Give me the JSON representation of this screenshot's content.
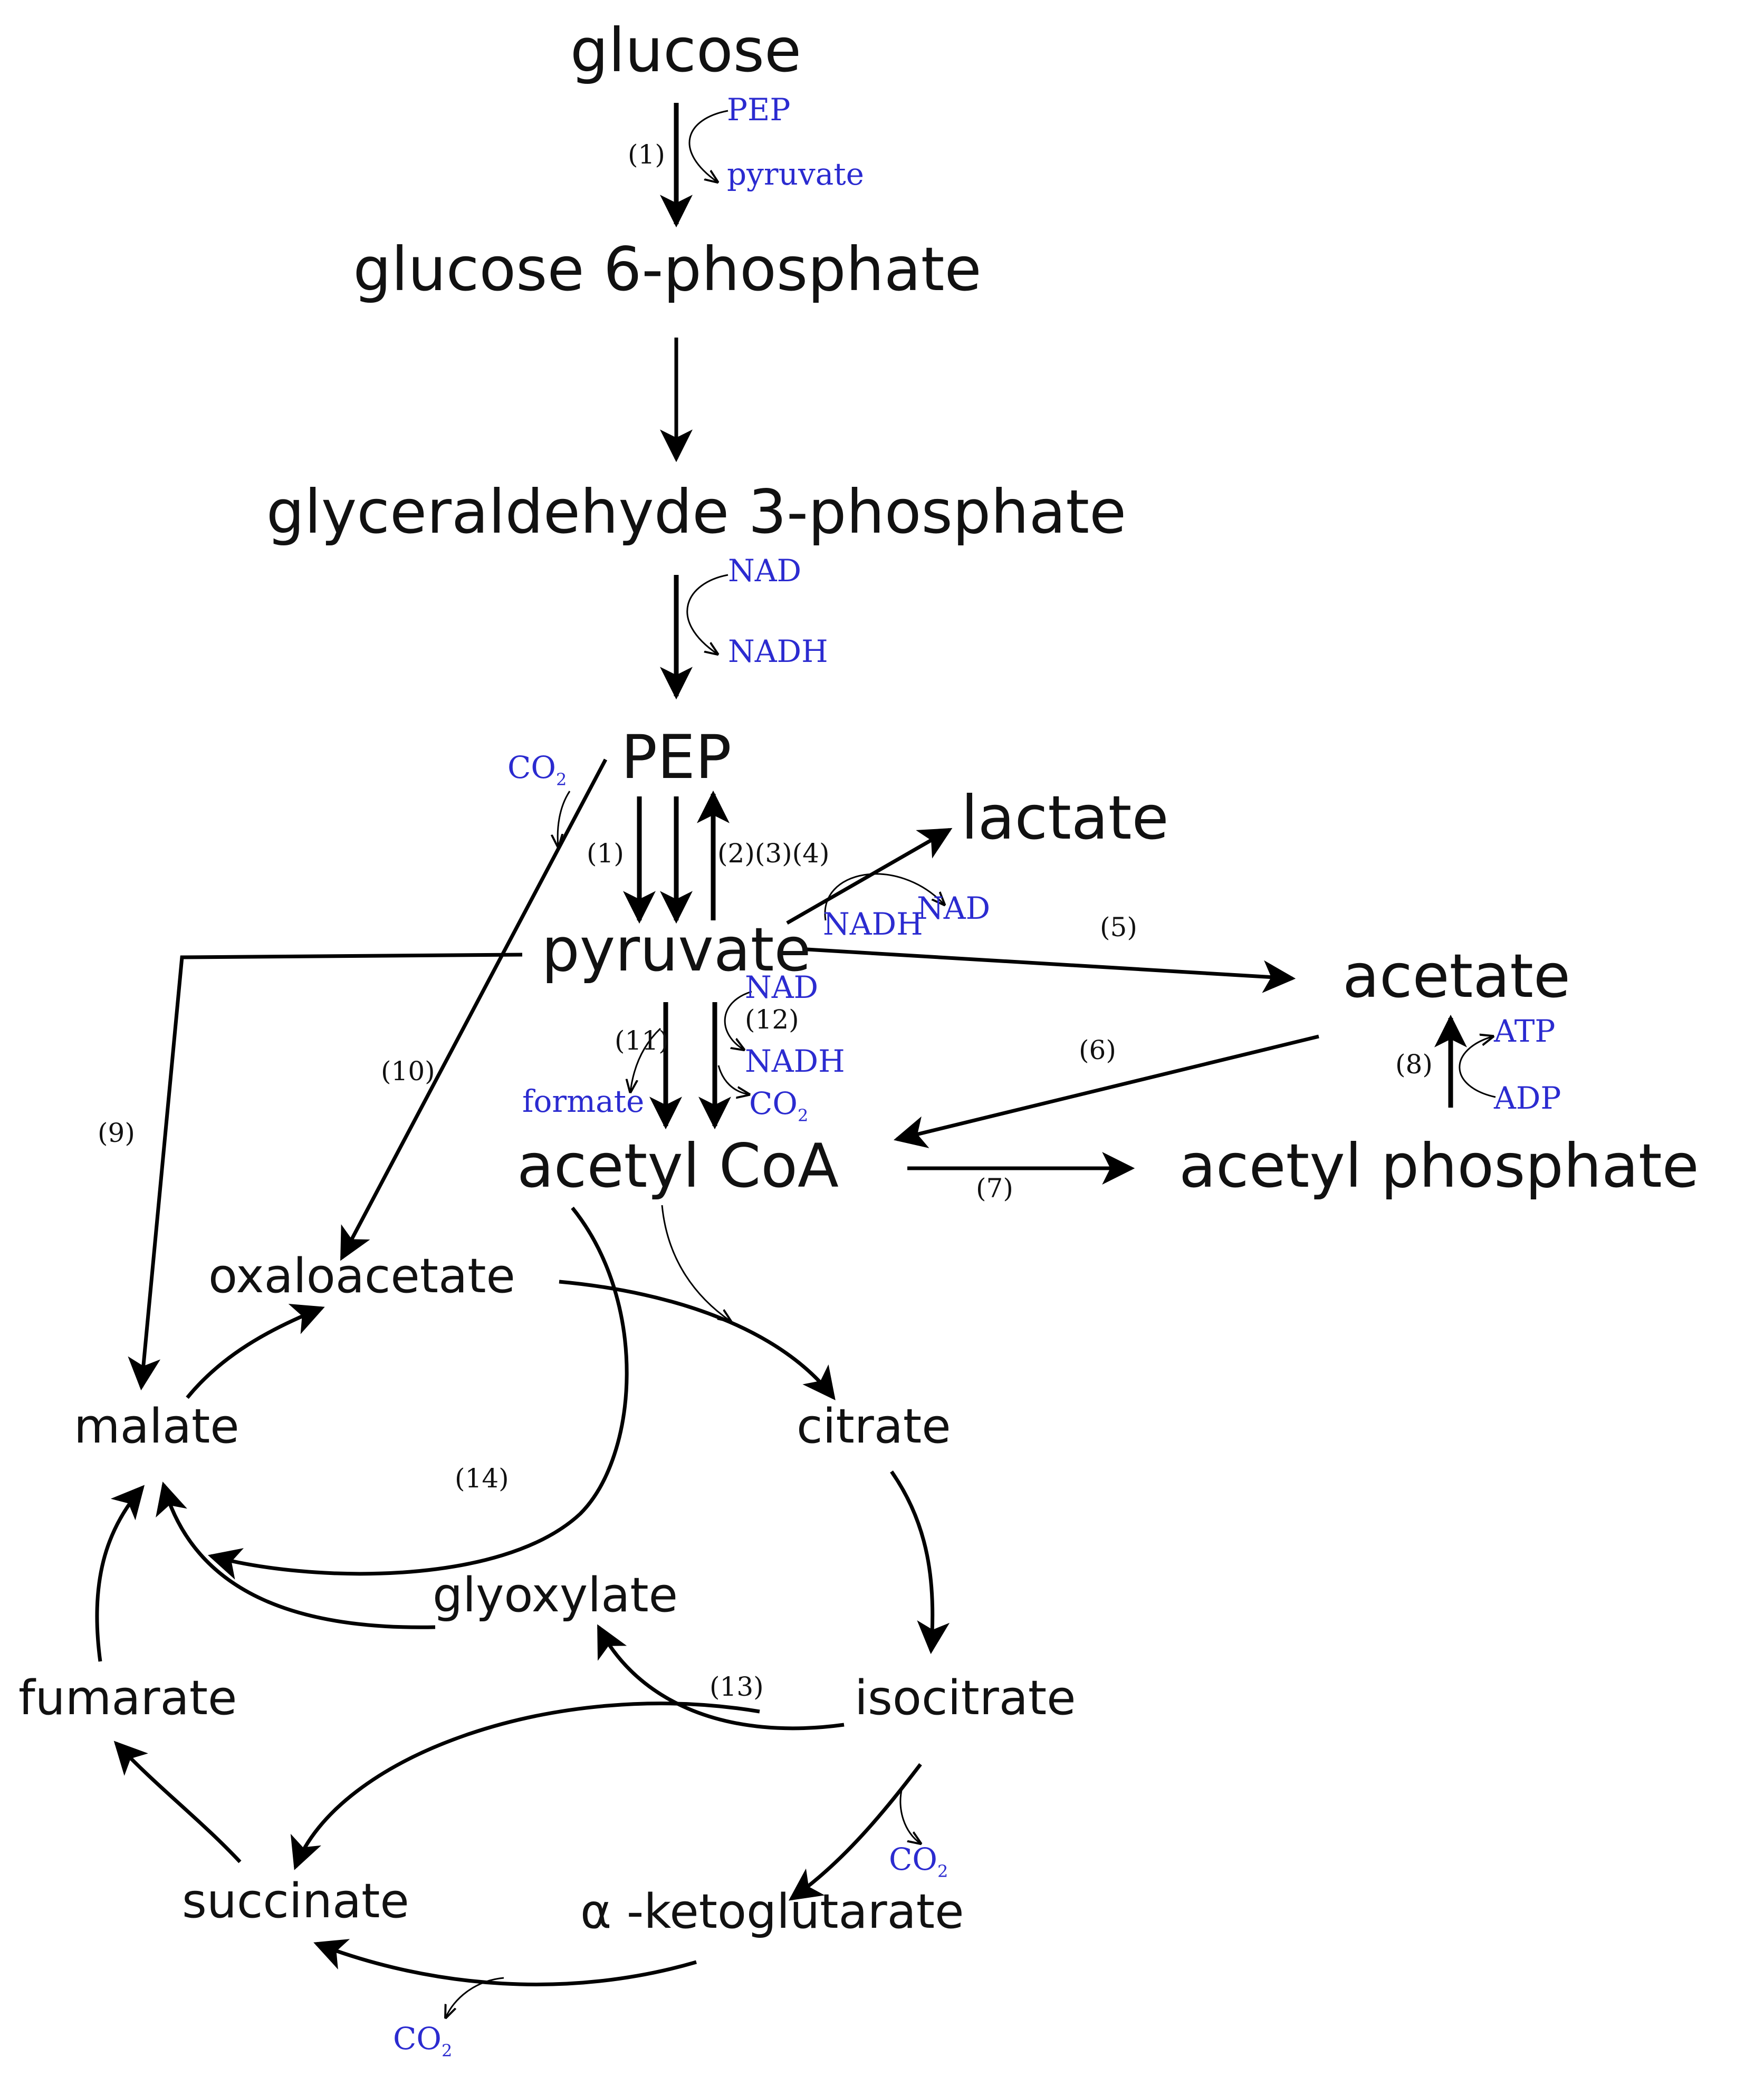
{
  "colors": {
    "metabolite": "#111111",
    "cofactor": "#2b2bd0",
    "arrow": "#000000"
  },
  "metabolites": {
    "glucose": "glucose",
    "glucose6p": "glucose 6-phosphate",
    "g3p": "glyceraldehyde 3-phosphate",
    "pep": "PEP",
    "pyruvate": "pyruvate",
    "lactate": "lactate",
    "acetate": "acetate",
    "acetylcoa": "acetyl CoA",
    "acetylp": "acetyl phosphate",
    "oxaloacetate": "oxaloacetate",
    "malate": "malate",
    "citrate": "citrate",
    "glyoxylate": "glyoxylate",
    "isocitrate": "isocitrate",
    "fumarate": "fumarate",
    "succinate": "succinate",
    "akg": "α -ketoglutarate"
  },
  "cofactors": {
    "pep_in": "PEP",
    "pyruvate_out": "pyruvate",
    "nad_1": "NAD",
    "nadh_1": "NADH",
    "co2_pep": "CO",
    "nadh_lac": "NADH",
    "nad_lac": "NAD",
    "nad_2": "NAD",
    "nadh_2": "NADH",
    "formate": "formate",
    "co2_pdh": "CO",
    "atp": "ATP",
    "adp": "ADP",
    "co2_icd": "CO",
    "co2_akg": "CO",
    "sub2": "2"
  },
  "reactions": {
    "r1a": "(1)",
    "r1b": "(1)",
    "r234": "(2)(3)(4)",
    "r5": "(5)",
    "r6": "(6)",
    "r7": "(7)",
    "r8": "(8)",
    "r9": "(9)",
    "r10": "(10)",
    "r11": "(11)",
    "r12": "(12)",
    "r13": "(13)",
    "r14": "(14)"
  }
}
